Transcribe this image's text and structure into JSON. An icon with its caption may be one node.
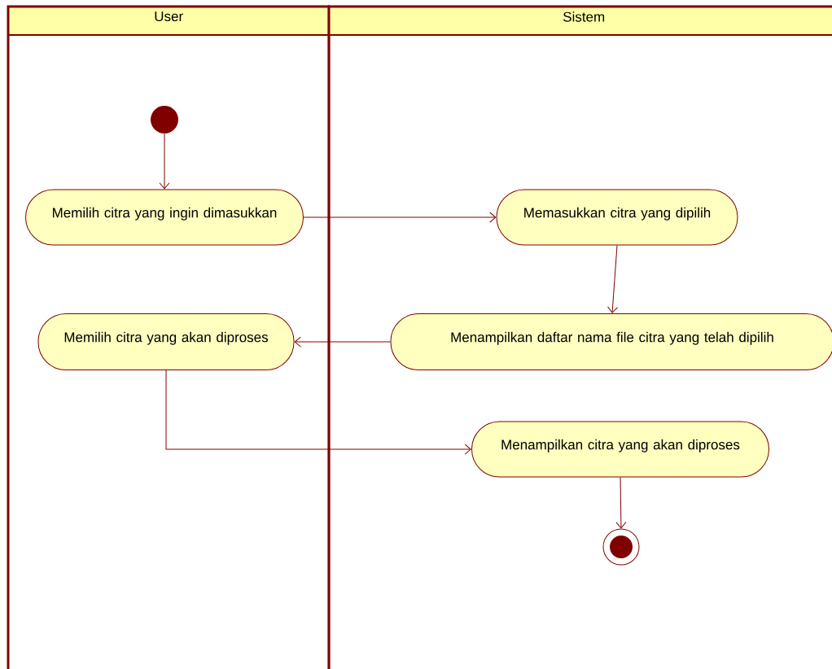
{
  "diagram": {
    "nodes": [
      {
        "text": [
          "User"
        ]
      },
      {
        "text": [
          "Sistem"
        ]
      },
      {
        "text": [],
        "shape": "circle",
        "in": 0
      },
      {
        "text": [
          "Memilih citra yang ingin dimasukkan"
        ],
        "in": 0
      },
      {
        "text": [
          "Memasukkan citra yang dipilih"
        ],
        "in": 1
      },
      {
        "text": [
          "Menampilkan daftar nama file citra yang telah dipilih"
        ],
        "in": 1
      },
      {
        "text": [
          "Memilih citra yang akan diproses"
        ],
        "in": 0
      },
      {
        "text": [
          "Menampilkan citra yang akan diproses"
        ],
        "in": 1
      },
      {
        "text": [],
        "shape": "bullseye",
        "in": 1
      }
    ],
    "edges": [
      {
        "from": 2,
        "to": 3,
        "arrow": "to"
      },
      {
        "from": 3,
        "to": 4,
        "arrow": "to"
      },
      {
        "from": 4,
        "to": 5,
        "arrow": "to"
      },
      {
        "from": 5,
        "to": 6,
        "arrow": "to"
      },
      {
        "from": 6,
        "to": 7,
        "arrow": "to"
      },
      {
        "from": 7,
        "to": 8,
        "arrow": "to"
      }
    ]
  }
}
